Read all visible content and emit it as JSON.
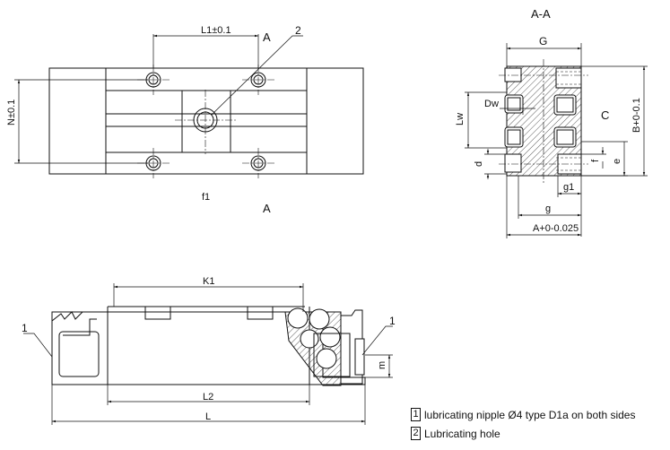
{
  "top_view": {
    "dim_L1": "L1±0.1",
    "dim_N": "N±0.1",
    "label_f1": "f1",
    "label_A_top": "A",
    "label_A_bottom": "A",
    "callout_2": "2"
  },
  "section_view": {
    "title": "A-A",
    "dim_G": "G",
    "dim_Dw": "Dw",
    "dim_Lw": "Lw",
    "label_C": "C",
    "dim_B": "B+0-0.1",
    "dim_d": "d",
    "dim_f": "f",
    "dim_e": "e",
    "dim_g1": "g1",
    "dim_g": "g",
    "dim_A": "A+0-0.025"
  },
  "side_view": {
    "dim_K1": "K1",
    "dim_L2": "L2",
    "dim_L": "L",
    "dim_m": "m",
    "callout_1_left": "1",
    "callout_1_right": "1"
  },
  "legend": [
    {
      "num": "1",
      "text": "lubricating nipple  Ø4 type D1a on both sides"
    },
    {
      "num": "2",
      "text": "Lubricating hole"
    }
  ]
}
